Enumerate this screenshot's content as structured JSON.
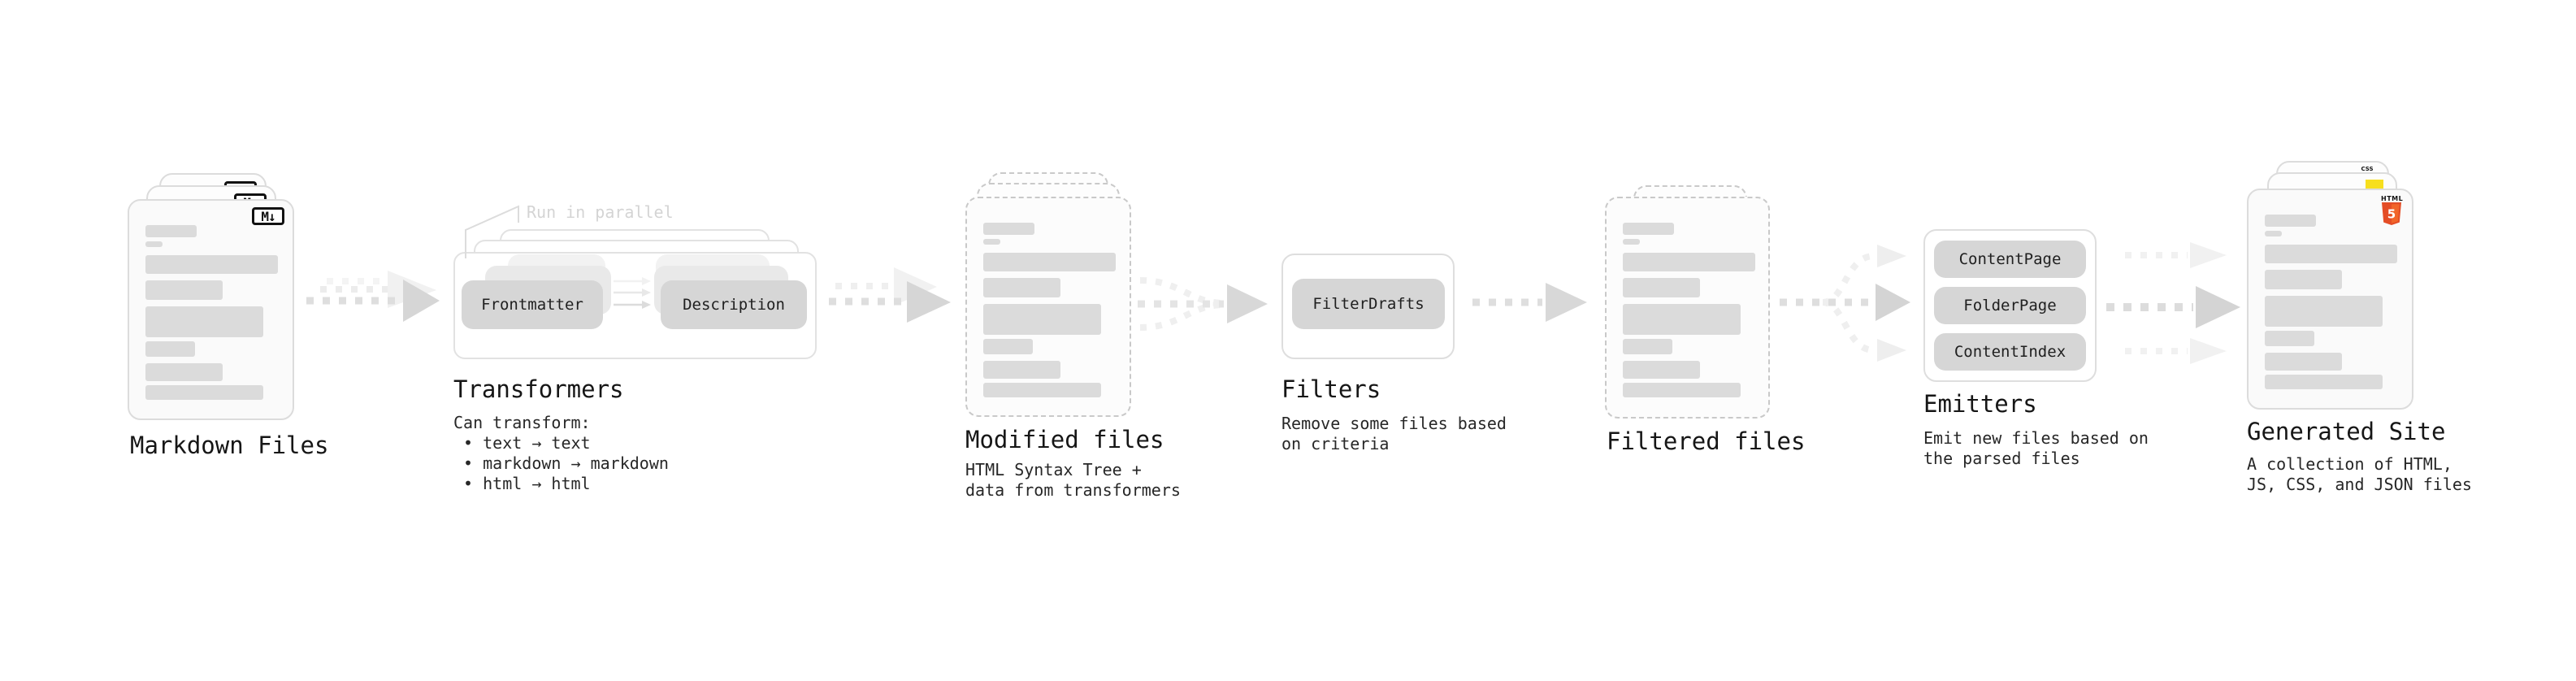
{
  "diagram": {
    "markdown": {
      "label": "Markdown Files",
      "badge": "M↓"
    },
    "transformers": {
      "note": "Run in parallel",
      "pill_left": "Frontmatter",
      "pill_right": "Description",
      "title": "Transformers",
      "desc": "Can transform:\n • text → text\n • markdown → markdown\n • html → html"
    },
    "modified": {
      "title": "Modified files",
      "desc": "HTML Syntax Tree +\ndata from transformers"
    },
    "filters": {
      "pill": "FilterDrafts",
      "title": "Filters",
      "desc": "Remove some files based\non criteria"
    },
    "filtered": {
      "title": "Filtered files"
    },
    "emitters": {
      "pills": [
        "ContentPage",
        "FolderPage",
        "ContentIndex"
      ],
      "title": "Emitters",
      "desc": "Emit new files based on\nthe parsed files"
    },
    "generated": {
      "title": "Generated Site",
      "desc": "A collection of HTML,\nJS, CSS, and JSON files",
      "badge_css": "CSS",
      "badge_html_label": "HTML",
      "badge_html_number": "5"
    }
  },
  "colors": {
    "pill_fill": "#d6d6d6",
    "card_fill": "#fafafa",
    "solid_border": "#dcdcdc",
    "dashed_border": "#c9c9c9",
    "arrow_main": "#dedede",
    "arrow_light": "#efefef",
    "note_gray": "#d4d4d4",
    "html5_orange": "#e44d26",
    "html5_orange_light": "#f16529",
    "js_yellow": "#f7df1e",
    "css_blue": "#2965f1"
  }
}
